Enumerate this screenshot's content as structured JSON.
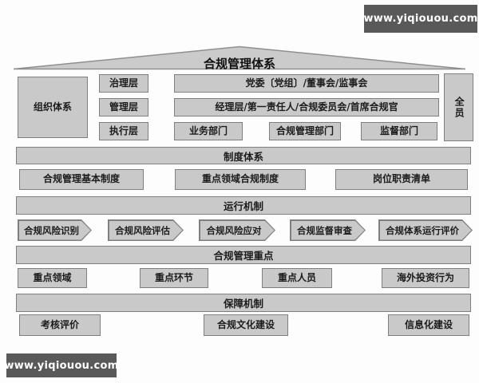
{
  "watermark": {
    "top": "www.yiqiouou.com",
    "bottom": "www.yiqiouou.com"
  },
  "title": "合规管理体系",
  "organization": {
    "label": "组织体系",
    "layers": [
      "治理层",
      "管理层",
      "执行层"
    ],
    "governance_body": "党委〔党组〕/董事会/监事会",
    "management_body": "经理层/第一责任人/合规委员会/首席合规官",
    "departments": [
      "业务部门",
      "合规管理部门",
      "监督部门"
    ],
    "all_staff": "全员"
  },
  "institution": {
    "header": "制度体系",
    "items": [
      "合规管理基本制度",
      "重点领域合规制度",
      "岗位职责清单"
    ]
  },
  "operation": {
    "header": "运行机制",
    "steps": [
      "合规风险识别",
      "合规风险评估",
      "合规风险应对",
      "合规监督审查",
      "合规体系运行评价"
    ]
  },
  "key_points": {
    "header": "合规管理重点",
    "items": [
      "重点领域",
      "重点环节",
      "重点人员",
      "海外投资行为"
    ]
  },
  "safeguard": {
    "header": "保障机制",
    "items": [
      "考核评价",
      "合规文化建设",
      "信息化建设"
    ]
  },
  "colors": {
    "box_fill": "#c9c9c9",
    "box_border": "#7f7f7f",
    "watermark_bg": "#595959",
    "text": "#1c1c1c"
  }
}
